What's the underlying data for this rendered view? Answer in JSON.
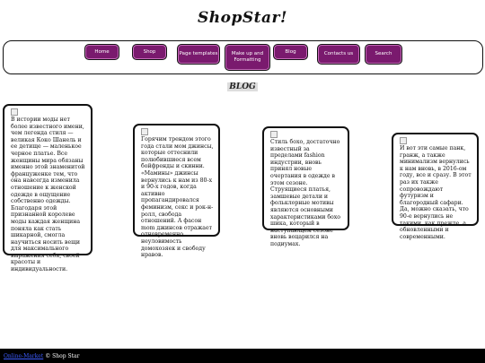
{
  "header": {
    "logo": "ShopStar!"
  },
  "nav": {
    "items": [
      {
        "label": "Home"
      },
      {
        "label": "Shop"
      },
      {
        "label": "Page templates"
      },
      {
        "label": "Make up and Formatting"
      },
      {
        "label": "Blog"
      },
      {
        "label": "Contacts us"
      },
      {
        "label": "Search"
      }
    ]
  },
  "main": {
    "section_title": "BLOG",
    "cards": [
      {
        "text": "В истории моды нет более известного имени, чем легенда стиля — великая Коко Шанель и ее детище — маленькое черное платье. Все женщины мира обязаны именно этой знаменитой француженке тем, что она навсегда изменила отношение к женской одежде в ощущение собственно одежды. Благодаря этой признанной королеве моды каждая женщина поняла как стать шикарной, смогла научиться носить вещи для максимального выражения себя, своей красоты и индивидуальности."
      },
      {
        "text": "Горячим трендом этого года стали мом джинсы, которые оттеснили полюбившиеся всем бойфренды и скинни. «Мамины» джинсы вернулись к нам из 80-х и 90-х годов, когда активно пропагандировался феминизм, секс и рок-н-ролл, свобода отношений. А фасон mom джинсов отражает одновременно неуловимость домохозяек и свободу нравов."
      },
      {
        "text": "Стиль бохо, достаточно известный за пределами fashion индустрии, вновь принял новые очертания в одежде в этом сезоне. Струящиеся платья, замшевые детали и фольклорные мотивы являются основными характеристиками бохо шика, который в наступающем сезоне вновь воцарился на подиумах."
      },
      {
        "text": "И вот эти самые панк, гранж, а также минимализм вернулись к нам вновь, в 2016-ом году, все и сразу. В этот раз их также сопровождают футуризм и благородный сафари. Да, можно сказать, что 90-е вернулись не такими, как прежде, а обновленными и современными."
      }
    ]
  },
  "footer": {
    "link": "Online-Market",
    "text": "© Shop Star"
  },
  "colors": {
    "nav_button": "#7a1a6e",
    "footer_bg": "#000000",
    "footer_link": "#3d5cff"
  }
}
